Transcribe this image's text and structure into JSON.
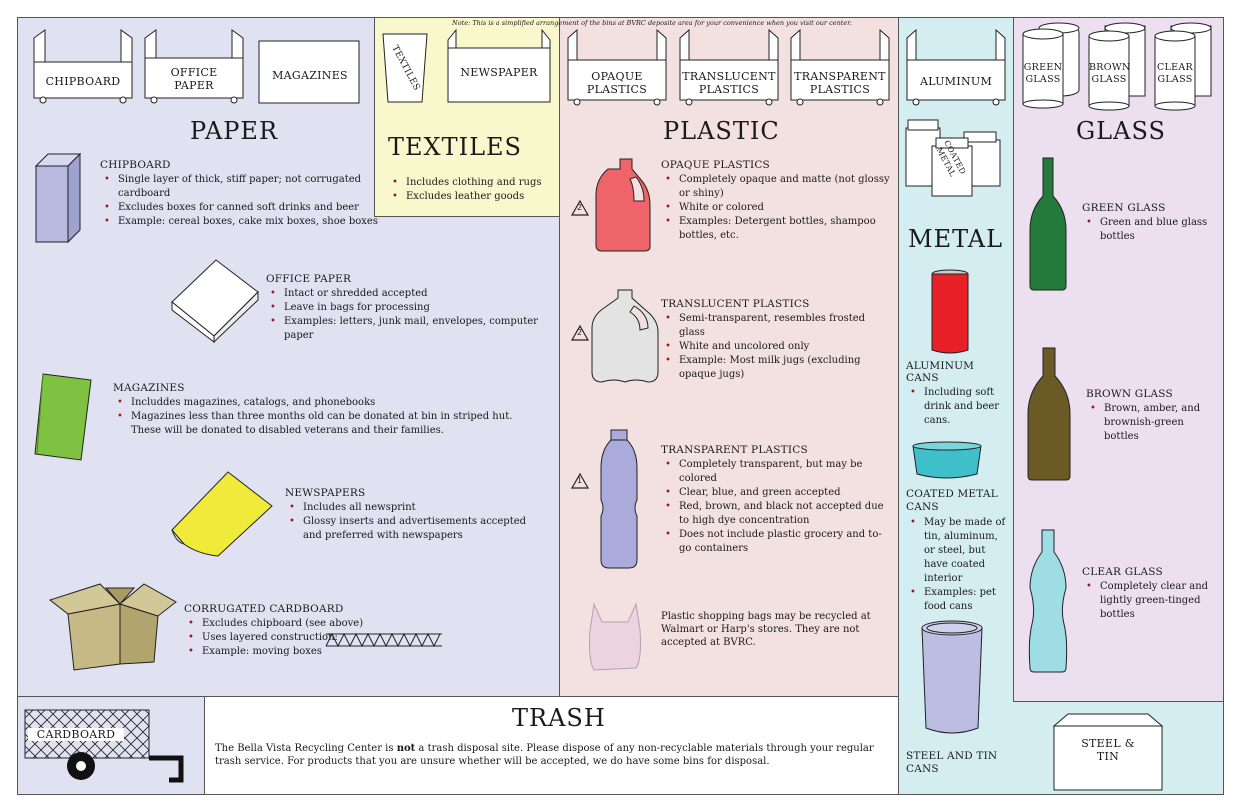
{
  "note": "Note: This is a simplified arrangement of the bins at BVRC deposite area for your convenience when you visit our center.",
  "bins": {
    "chipboard": "CHIPBOARD",
    "office_paper": "OFFICE PAPER",
    "magazines": "MAGAZINES",
    "textiles": "TEXTILES",
    "newspaper": "NEWSPAPER",
    "opaque_plastics": "OPAQUE PLASTICS",
    "translucent_plastics": "TRANSLUCENT PLASTICS",
    "transparent_plastics": "TRANSPARENT PLASTICS",
    "aluminum": "ALUMINUM",
    "coated_metal": "COATED METAL",
    "green_glass": "GREEN GLASS",
    "brown_glass": "BROWN GLASS",
    "clear_glass": "CLEAR GLASS",
    "cardboard": "CARDBOARD",
    "steel_tin": "STEEL & TIN"
  },
  "sections": {
    "paper": "PAPER",
    "textiles": "TEXTILES",
    "plastic": "PLASTIC",
    "metal": "METAL",
    "glass": "GLASS",
    "trash": "TRASH"
  },
  "paper_items": [
    {
      "title": "CHIPBOARD",
      "bullets": [
        "Single layer of thick, stiff paper; not corrugated cardboard",
        "Excludes boxes for canned soft drinks and beer",
        "Example: cereal boxes, cake mix boxes, shoe boxes"
      ]
    },
    {
      "title": "OFFICE PAPER",
      "bullets": [
        "Intact or shredded accepted",
        "Leave in bags for processing",
        "Examples: letters, junk mail, envelopes, computer paper"
      ]
    },
    {
      "title": "MAGAZINES",
      "bullets": [
        "Includdes magazines, catalogs, and phonebooks",
        "Magazines less than three months old can be donated at bin in striped hut. These will be donated to disabled veterans and their families."
      ]
    },
    {
      "title": "NEWSPAPERS",
      "bullets": [
        "Includes all newsprint",
        "Glossy inserts and advertisements accepted and preferred with newspapers"
      ]
    },
    {
      "title": "CORRUGATED CARDBOARD",
      "bullets": [
        "Excludes chipboard (see above)",
        "Uses layered construction:",
        "Example: moving boxes"
      ]
    }
  ],
  "textiles_bullets": [
    "Includes clothing and rugs",
    "Excludes leather goods"
  ],
  "plastic_items": [
    {
      "title": "OPAQUE PLASTICS",
      "code": "2",
      "bullets": [
        "Completely opaque and matte (not glossy or shiny)",
        "White or colored",
        "Examples: Detergent bottles, shampoo bottles, etc."
      ]
    },
    {
      "title": "TRANSLUCENT PLASTICS",
      "code": "2",
      "bullets": [
        "Semi-transparent, resembles frosted glass",
        "White and uncolored only",
        "Example: Most milk jugs (excluding opaque jugs)"
      ]
    },
    {
      "title": "TRANSPARENT PLASTICS",
      "code": "1",
      "bullets": [
        "Completely transparent, but may be colored",
        "Clear, blue, and green accepted",
        "Red, brown, and black not accepted due to high dye concentration",
        "Does not include plastic grocery and to-go containers"
      ]
    }
  ],
  "plastic_bags_text": "Plastic shopping bags may be recycled at Walmart or Harp's stores. They are not accepted at BVRC.",
  "metal_items": [
    {
      "title": "ALUMINUM CANS",
      "bullets": [
        "Including soft drink and beer cans."
      ]
    },
    {
      "title": "COATED METAL CANS",
      "bullets": [
        "May be made of tin, aluminum, or steel, but have coated interior",
        "Examples: pet food cans"
      ]
    },
    {
      "title": "STEEL AND TIN CANS",
      "bullets": []
    }
  ],
  "glass_items": [
    {
      "title": "GREEN GLASS",
      "bullets": [
        "Green and blue glass bottles"
      ]
    },
    {
      "title": "BROWN GLASS",
      "bullets": [
        "Brown, amber, and brownish-green bottles"
      ]
    },
    {
      "title": "CLEAR GLASS",
      "bullets": [
        "Completely clear and lightly green-tinged bottles"
      ]
    }
  ],
  "trash_text_before": "The Bella Vista Recycling Center is ",
  "trash_text_bold": "not",
  "trash_text_after": " a trash disposal site. Please dispose of  any non-recyclable materials through your regular trash service. For products that you are unsure whether will be accepted, we do have some bins for disposal.",
  "icons": {
    "chipboard": "chipboard-box-icon",
    "office_paper": "paper-ream-icon",
    "magazine": "magazine-icon",
    "newspaper": "newspaper-icon",
    "cardboard": "cardboard-box-icon",
    "opaque": "detergent-bottle-icon",
    "translucent": "milk-jug-icon",
    "transparent": "water-bottle-icon",
    "bag": "plastic-bag-icon",
    "aluminum": "soda-can-icon",
    "coated": "pet-food-can-icon",
    "steel": "steel-can-icon",
    "green": "green-bottle-icon",
    "brown": "brown-bottle-icon",
    "clear": "clear-bottle-icon",
    "recycle": "recycle-symbol-icon"
  },
  "colors": {
    "paper_bg": "#e0e1f1",
    "textiles_bg": "#f9f8cc",
    "plastic_bg": "#f3e1e1",
    "metal_bg": "#d3edf1",
    "glass_bg": "#ecdfef",
    "bullet": "#9b1b1b"
  }
}
